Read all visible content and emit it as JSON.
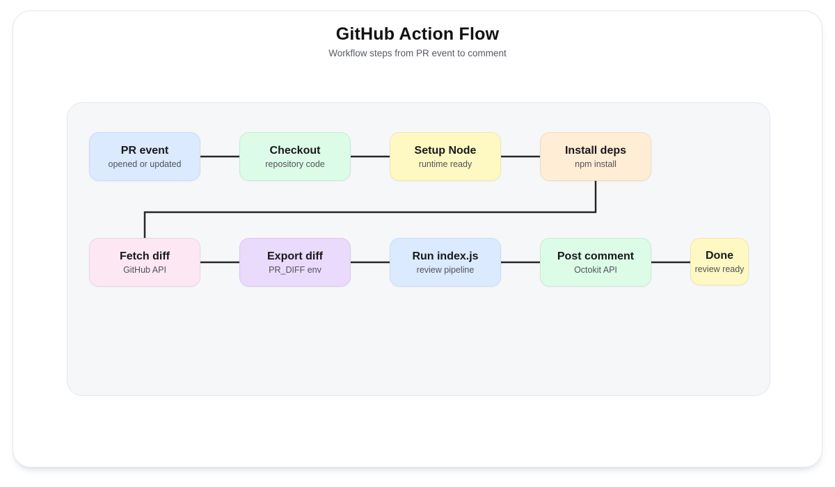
{
  "page": {
    "title": "GitHub Action Flow",
    "subtitle": "Workflow steps from PR event to comment"
  },
  "flow": {
    "edge_color": "#27272a",
    "nodes": [
      {
        "id": "pr-event",
        "title": "PR event",
        "subtitle": "opened or updated",
        "fill": "#dbeafe",
        "border": "#c9dcf6"
      },
      {
        "id": "checkout",
        "title": "Checkout",
        "subtitle": "repository code",
        "fill": "#dcfce7",
        "border": "#c5ecd4"
      },
      {
        "id": "setup-node",
        "title": "Setup Node",
        "subtitle": "runtime ready",
        "fill": "#fef9c3",
        "border": "#f0e8ab"
      },
      {
        "id": "install-deps",
        "title": "Install deps",
        "subtitle": "npm install",
        "fill": "#ffedd5",
        "border": "#f4dcbc"
      },
      {
        "id": "fetch-diff",
        "title": "Fetch diff",
        "subtitle": "GitHub API",
        "fill": "#fce7f3",
        "border": "#f0d3e4"
      },
      {
        "id": "export-diff",
        "title": "Export diff",
        "subtitle": "PR_DIFF env",
        "fill": "#eadafb",
        "border": "#ddc7f2"
      },
      {
        "id": "run-index-js",
        "title": "Run index.js",
        "subtitle": "review pipeline",
        "fill": "#dbeafe",
        "border": "#c9dcf6"
      },
      {
        "id": "post-comment",
        "title": "Post comment",
        "subtitle": "Octokit API",
        "fill": "#dcfce7",
        "border": "#c5ecd4"
      },
      {
        "id": "done",
        "title": "Done",
        "subtitle": "review ready",
        "fill": "#fef9c3",
        "border": "#f0e8ab"
      }
    ],
    "edges": [
      [
        "pr-event",
        "checkout"
      ],
      [
        "checkout",
        "setup-node"
      ],
      [
        "setup-node",
        "install-deps"
      ],
      [
        "install-deps",
        "fetch-diff"
      ],
      [
        "fetch-diff",
        "export-diff"
      ],
      [
        "export-diff",
        "run-index-js"
      ],
      [
        "run-index-js",
        "post-comment"
      ],
      [
        "post-comment",
        "done"
      ]
    ]
  }
}
